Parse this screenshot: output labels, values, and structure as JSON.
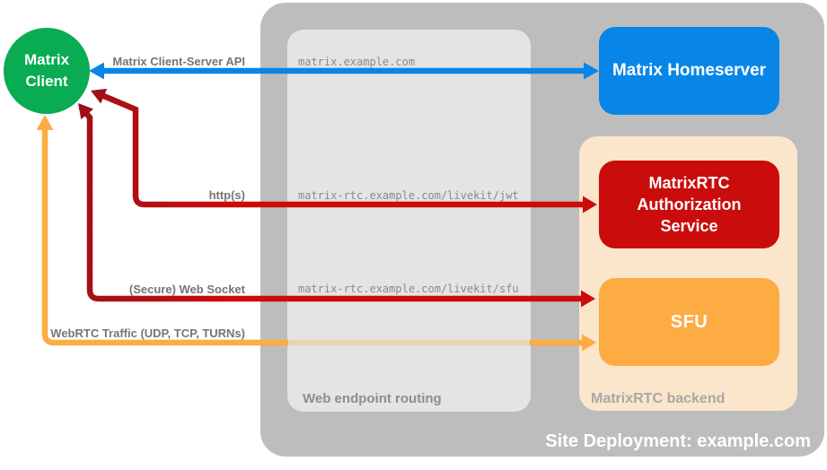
{
  "nodes": {
    "matrix_client": {
      "line1": "Matrix",
      "line2": "Client",
      "color": "#09ab53"
    },
    "matrix_homeserver": {
      "label": "Matrix Homeserver",
      "color": "#0886e8"
    },
    "authorization_service": {
      "line1": "MatrixRTC",
      "line2": "Authorization",
      "line3": "Service",
      "color": "#cb0c0c"
    },
    "sfu": {
      "label": "SFU",
      "color": "#fdab43"
    }
  },
  "containers": {
    "site_deployment": {
      "label": "Site Deployment: example.com",
      "color": "#bdbdbd"
    },
    "web_endpoint_routing": {
      "label": "Web endpoint routing",
      "color": "#e4e4e4"
    },
    "matrixrtc_backend": {
      "label": "MatrixRTC backend",
      "color": "#fbe5cb"
    }
  },
  "arrows": {
    "client_server_api": {
      "label": "Matrix Client-Server API",
      "color": "#0886e8"
    },
    "https": {
      "label": "http(s)",
      "color": "#cb0c0c"
    },
    "websocket": {
      "label": "(Secure) Web Socket",
      "color": "#cb0c0c"
    },
    "webrtc": {
      "label": "WebRTC Traffic (UDP, TCP, TURNs)",
      "color": "#fdab43"
    }
  },
  "endpoints": {
    "homeserver_url": "matrix.example.com",
    "jwt_url": "matrix-rtc.example.com/livekit/jwt",
    "sfu_url": "matrix-rtc.example.com/livekit/sfu"
  }
}
